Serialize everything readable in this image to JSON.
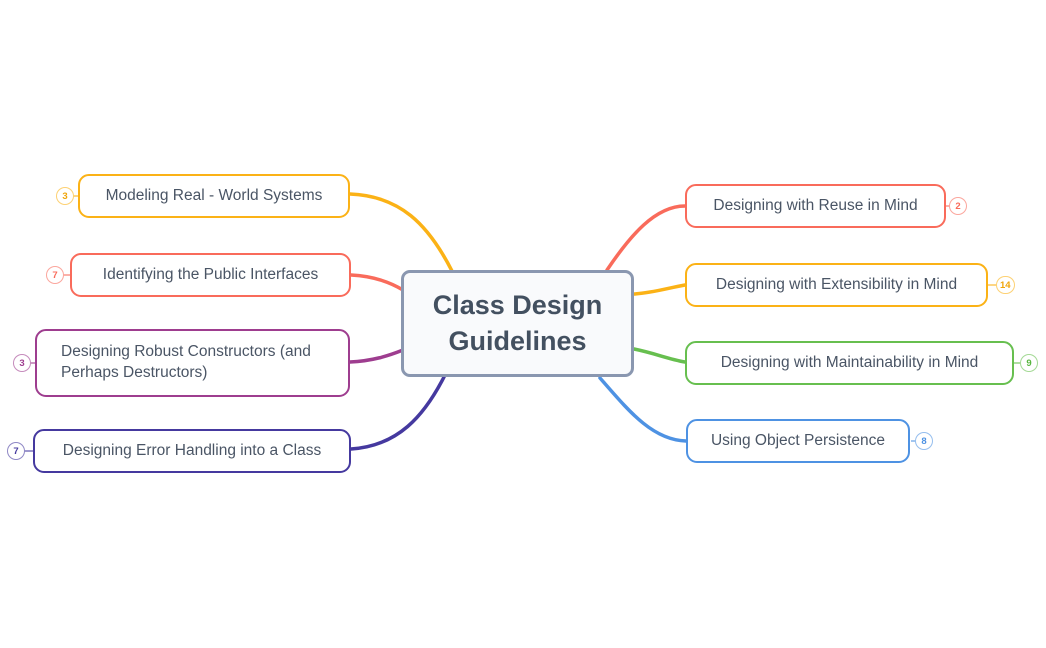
{
  "root": {
    "label": "Class Design Guidelines"
  },
  "palette": {
    "yellow": "#fbb216",
    "coral": "#f96b5b",
    "purple": "#9e3d8f",
    "indigo": "#45399f",
    "green": "#67bf4f",
    "blue": "#4e92e3",
    "center_border": "#8a97b0",
    "center_background": "#f9fafc",
    "text": "#4a5565"
  },
  "nodes": [
    {
      "label": "Modeling Real - World Systems",
      "badge": "3",
      "color": "#fbb216",
      "side": "left"
    },
    {
      "label": "Identifying the Public Interfaces",
      "badge": "7",
      "color": "#f96b5b",
      "side": "left"
    },
    {
      "label": "Designing Robust Constructors (and Perhaps Destructors)",
      "badge": "3",
      "color": "#9e3d8f",
      "side": "left"
    },
    {
      "label": "Designing Error Handling into a Class",
      "badge": "7",
      "color": "#45399f",
      "side": "left"
    },
    {
      "label": "Designing with Reuse in Mind",
      "badge": "2",
      "color": "#f96b5b",
      "side": "right"
    },
    {
      "label": "Designing with Extensibility in Mind",
      "badge": "14",
      "color": "#fbb216",
      "side": "right"
    },
    {
      "label": "Designing with Maintainability in Mind",
      "badge": "9",
      "color": "#67bf4f",
      "side": "right"
    },
    {
      "label": "Using Object Persistence",
      "badge": "8",
      "color": "#4e92e3",
      "side": "right"
    }
  ]
}
